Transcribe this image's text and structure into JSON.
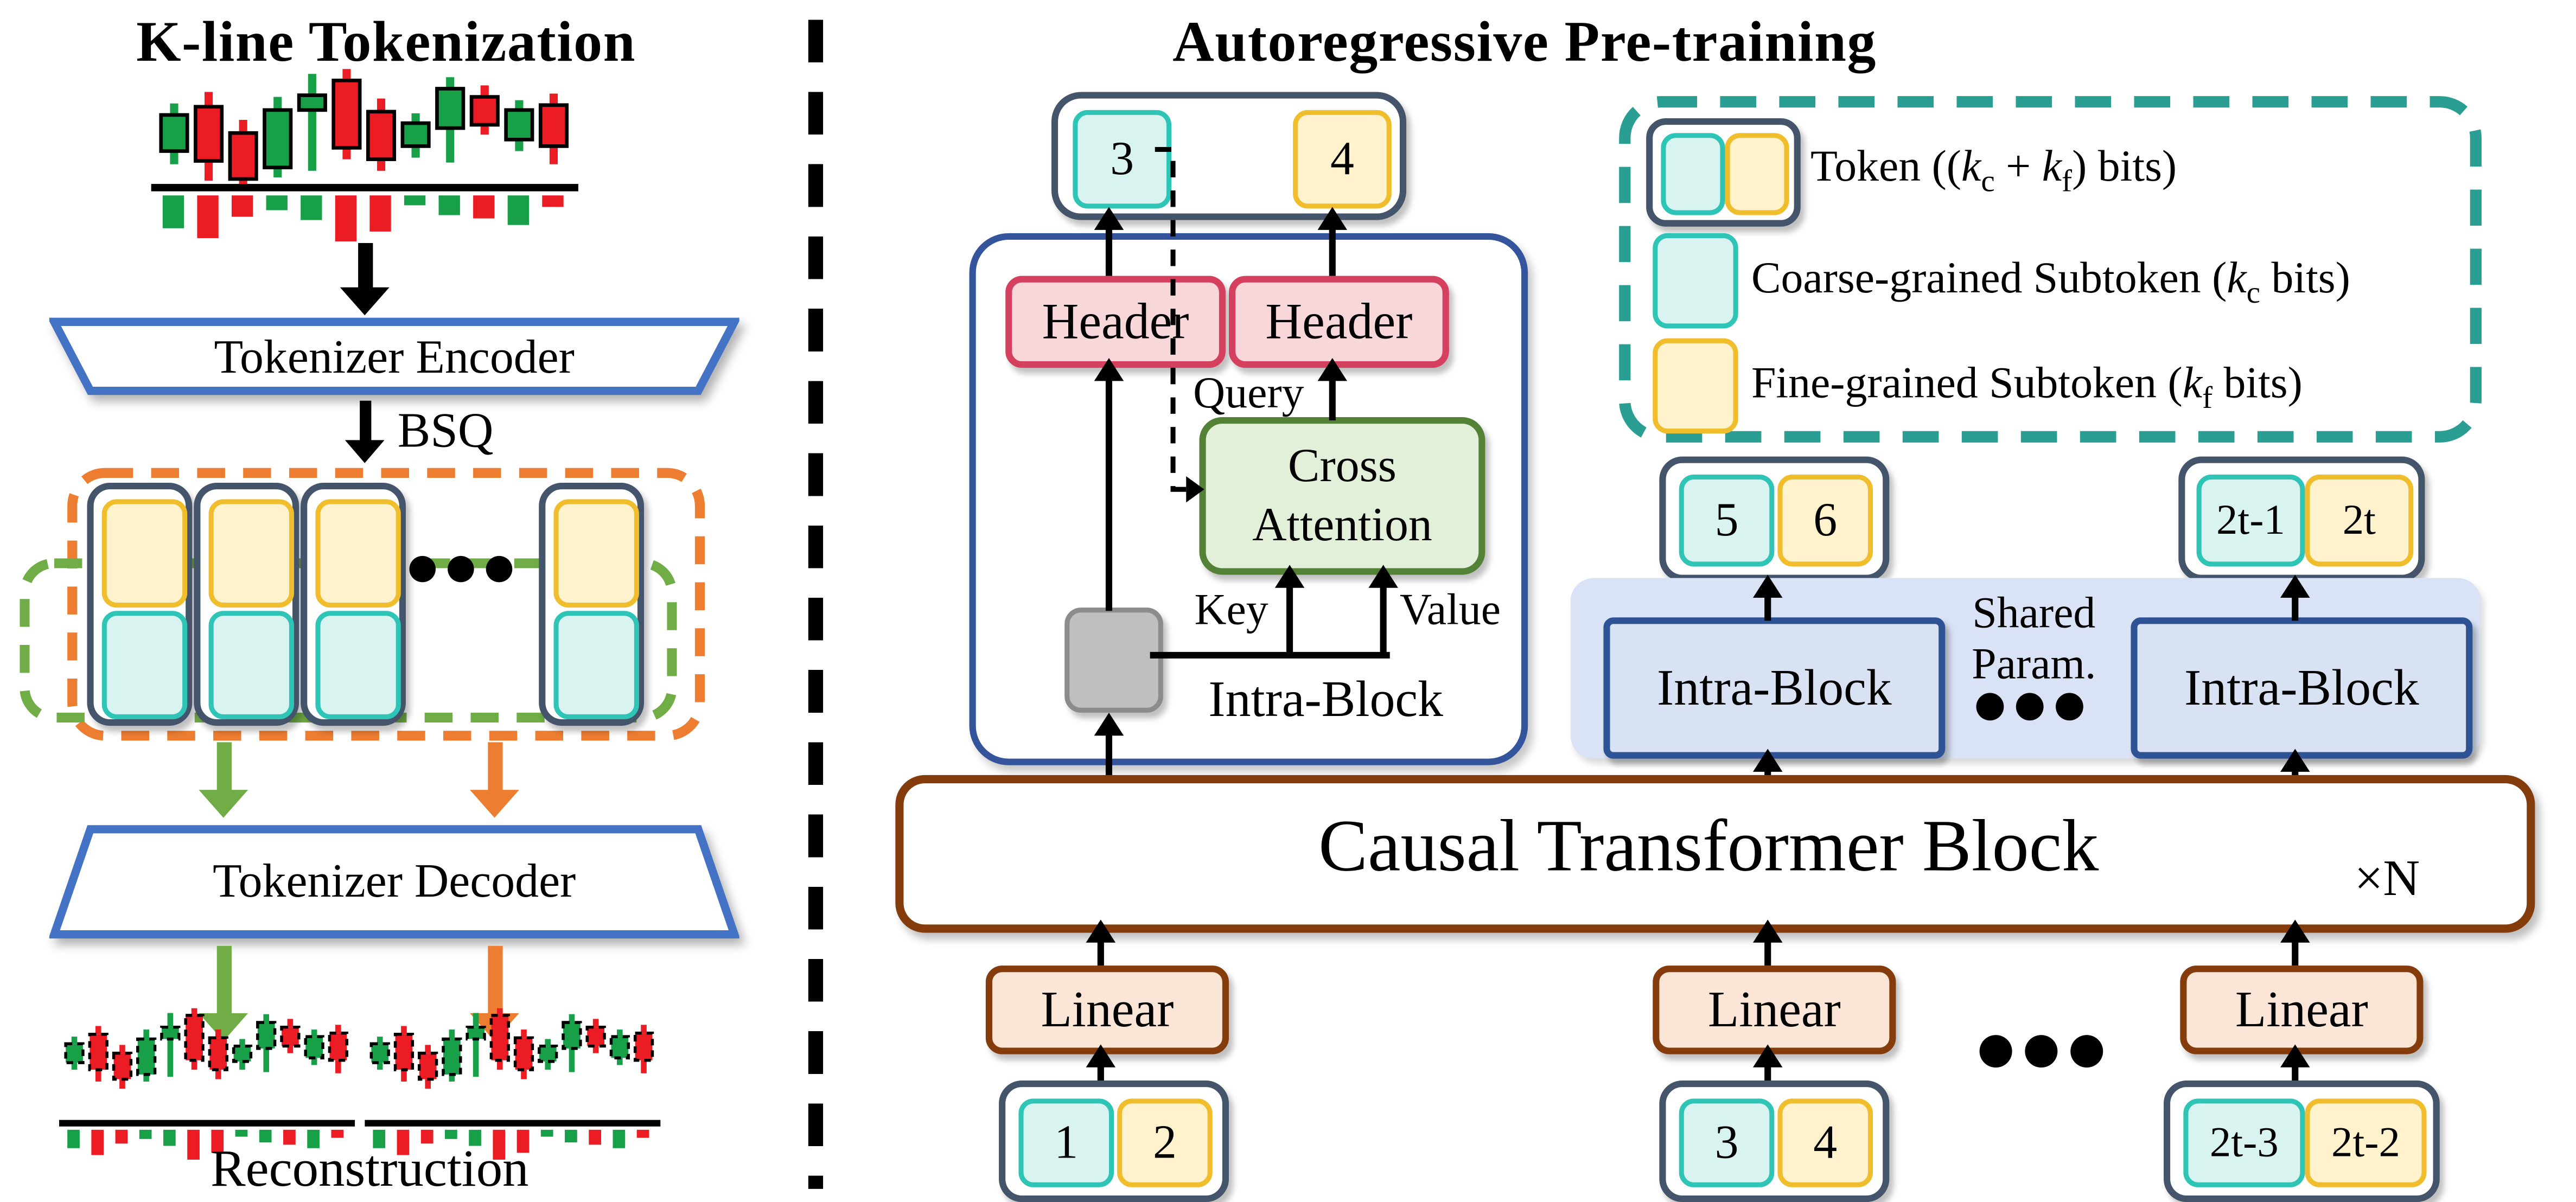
{
  "colors": {
    "candle_up": "#18A048",
    "candle_down": "#EC1C24",
    "arrow_green": "#70AD47",
    "arrow_orange": "#ED7D31",
    "trapezoid_border": "#4472C4",
    "token_border": "#44546A",
    "coarse_fill": "#D9F4F0",
    "coarse_border": "#2EC4B6",
    "fine_fill": "#FFF2CC",
    "fine_border": "#F0BD2D",
    "header_fill": "#F8D7DA",
    "header_border": "#D5405E",
    "cross_fill": "#E2F0D9",
    "cross_border": "#538135",
    "gray_fill": "#BFBFBF",
    "gray_border": "#8C8C8C",
    "intra_border": "#34549B",
    "panel_fill": "#DAE3F5",
    "intra_small_fill": "#D9E2F3",
    "intra_small_border": "#2E5395",
    "causal_border": "#843C0C",
    "linear_fill": "#FBE5D6",
    "legend_border": "#2B9E94",
    "orange_dash": "#ED7D31",
    "green_dash": "#70AD47"
  },
  "left": {
    "title": "K-line Tokenization",
    "encoder_label": "Tokenizer Encoder",
    "bsq_label": "BSQ",
    "decoder_label": "Tokenizer Decoder",
    "reconstruction_label": "Reconstruction",
    "ellipsis": "●●●",
    "kline": {
      "candles": [
        [
          "g",
          28,
          50,
          21,
          58,
          20
        ],
        [
          "r",
          23,
          56,
          14,
          68,
          26
        ],
        [
          "r",
          39,
          67,
          31,
          70,
          13
        ],
        [
          "g",
          25,
          60,
          17,
          66,
          9
        ],
        [
          "g",
          16,
          25,
          3,
          62,
          15
        ],
        [
          "r",
          7,
          48,
          0,
          55,
          28
        ],
        [
          "r",
          26,
          55,
          18,
          62,
          22
        ],
        [
          "g",
          33,
          47,
          27,
          54,
          6
        ],
        [
          "g",
          12,
          36,
          5,
          57,
          12
        ],
        [
          "r",
          17,
          34,
          10,
          40,
          14
        ],
        [
          "g",
          25,
          43,
          19,
          50,
          18
        ],
        [
          "r",
          22,
          47,
          15,
          58,
          7
        ]
      ]
    },
    "recon": {
      "candles": [
        [
          "g",
          30,
          46,
          24,
          52,
          16
        ],
        [
          "r",
          22,
          52,
          15,
          62,
          22
        ],
        [
          "r",
          38,
          60,
          31,
          68,
          12
        ],
        [
          "g",
          26,
          56,
          18,
          62,
          8
        ],
        [
          "g",
          16,
          26,
          4,
          58,
          14
        ],
        [
          "r",
          6,
          44,
          0,
          52,
          26
        ],
        [
          "r",
          25,
          52,
          18,
          60,
          20
        ],
        [
          "g",
          32,
          45,
          26,
          52,
          6
        ],
        [
          "g",
          12,
          34,
          5,
          54,
          11
        ],
        [
          "r",
          16,
          32,
          9,
          38,
          13
        ],
        [
          "g",
          24,
          42,
          18,
          48,
          16
        ],
        [
          "r",
          21,
          44,
          14,
          55,
          7
        ]
      ]
    }
  },
  "right": {
    "title": "Autoregressive Pre-training",
    "header_label": "Header",
    "cross_attention_label": "Cross Attention",
    "query_label": "Query",
    "key_label": "Key",
    "value_label": "Value",
    "intra_block_label": "Intra-Block",
    "shared_param_label": "Shared Param.",
    "mid_ellipsis": "●●●",
    "bottom_ellipsis": "●●●",
    "causal_label": "Causal Transformer Block",
    "xn_label": "×N",
    "linear_label": "Linear",
    "legend": {
      "token_label": "Token ((k_c + k_f) bits)",
      "coarse_label": "Coarse-grained Subtoken (k_c bits)",
      "fine_label": "Fine-grained Subtoken (k_f bits)"
    },
    "tokens": {
      "out_top": {
        "c": "3",
        "f": "4"
      },
      "out_mid_left": {
        "c": "5",
        "f": "6"
      },
      "out_mid_right": {
        "c": "2t-1",
        "f": "2t"
      },
      "in_left": {
        "c": "1",
        "f": "2"
      },
      "in_mid": {
        "c": "3",
        "f": "4"
      },
      "in_right": {
        "c": "2t-3",
        "f": "2t-2"
      }
    }
  }
}
